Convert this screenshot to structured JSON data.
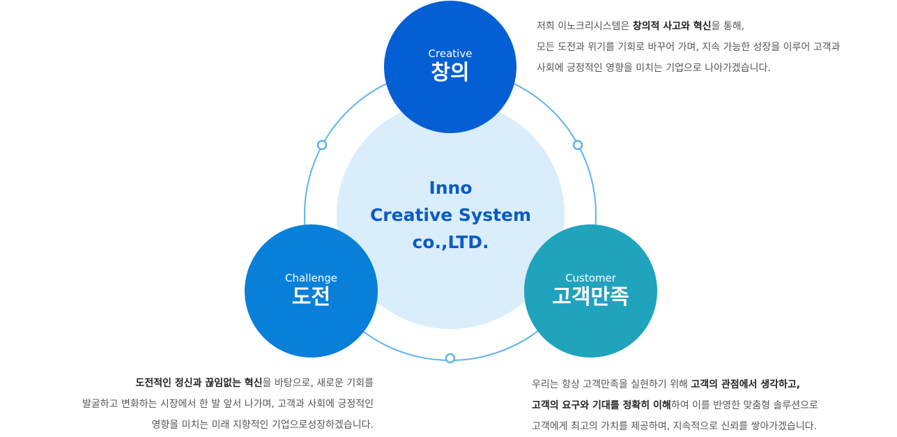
{
  "center": {
    "lines": [
      "Inno",
      "Creative System",
      "co.,LTD."
    ]
  },
  "nodes": {
    "creative": {
      "en": "Creative",
      "ko": "창의"
    },
    "challenge": {
      "en": "Challenge",
      "ko": "도전"
    },
    "customer": {
      "en": "Customer",
      "ko": "고객만족"
    }
  },
  "descriptions": {
    "creative": {
      "line1_pre": "저희 이노크리시스템은 ",
      "line1_bold1": "창의적 사고와 혁신",
      "line1_post": "을 통해,",
      "line2": "모든 도전과 위기를 기회로 바꾸어 가며, 지속 가능한 성장을 이루어 고객과",
      "line3": "사회에 긍정적인 영향을 미치는 기업으로 나아가겠습니다."
    },
    "challenge": {
      "line1_bold": "도전적인 정신과 끊임없는 혁신",
      "line1_post": "을 바탕으로, 새로운 기회를",
      "line2": "발굴하고 변화하는 시장에서 한 발 앞서 나가며, 고객과 사회에 긍정적인",
      "line3": "영향을 미치는 미래 지향적인 기업으로성장하겠습니다."
    },
    "customer": {
      "line1_pre": "우리는 항상 고객만족을 실현하기 위해 ",
      "line1_bold": "고객의 관점에서 생각하고,",
      "line2_bold": "고객의 요구와 기대를 정확히 이해",
      "line2_post": "하여 이를 반영한 맞춤형 솔루션으로",
      "line3": "고객에게 최고의 가치를 제공하며, 지속적으로 신뢰를 쌓아가겠습니다."
    }
  },
  "colors": {
    "ring": "#5cb3ea",
    "center_fill": "#daedfb",
    "center_text": "#0a5bc4",
    "creative": "#045fd5",
    "challenge": "#0880d9",
    "customer": "#20a3bd"
  }
}
